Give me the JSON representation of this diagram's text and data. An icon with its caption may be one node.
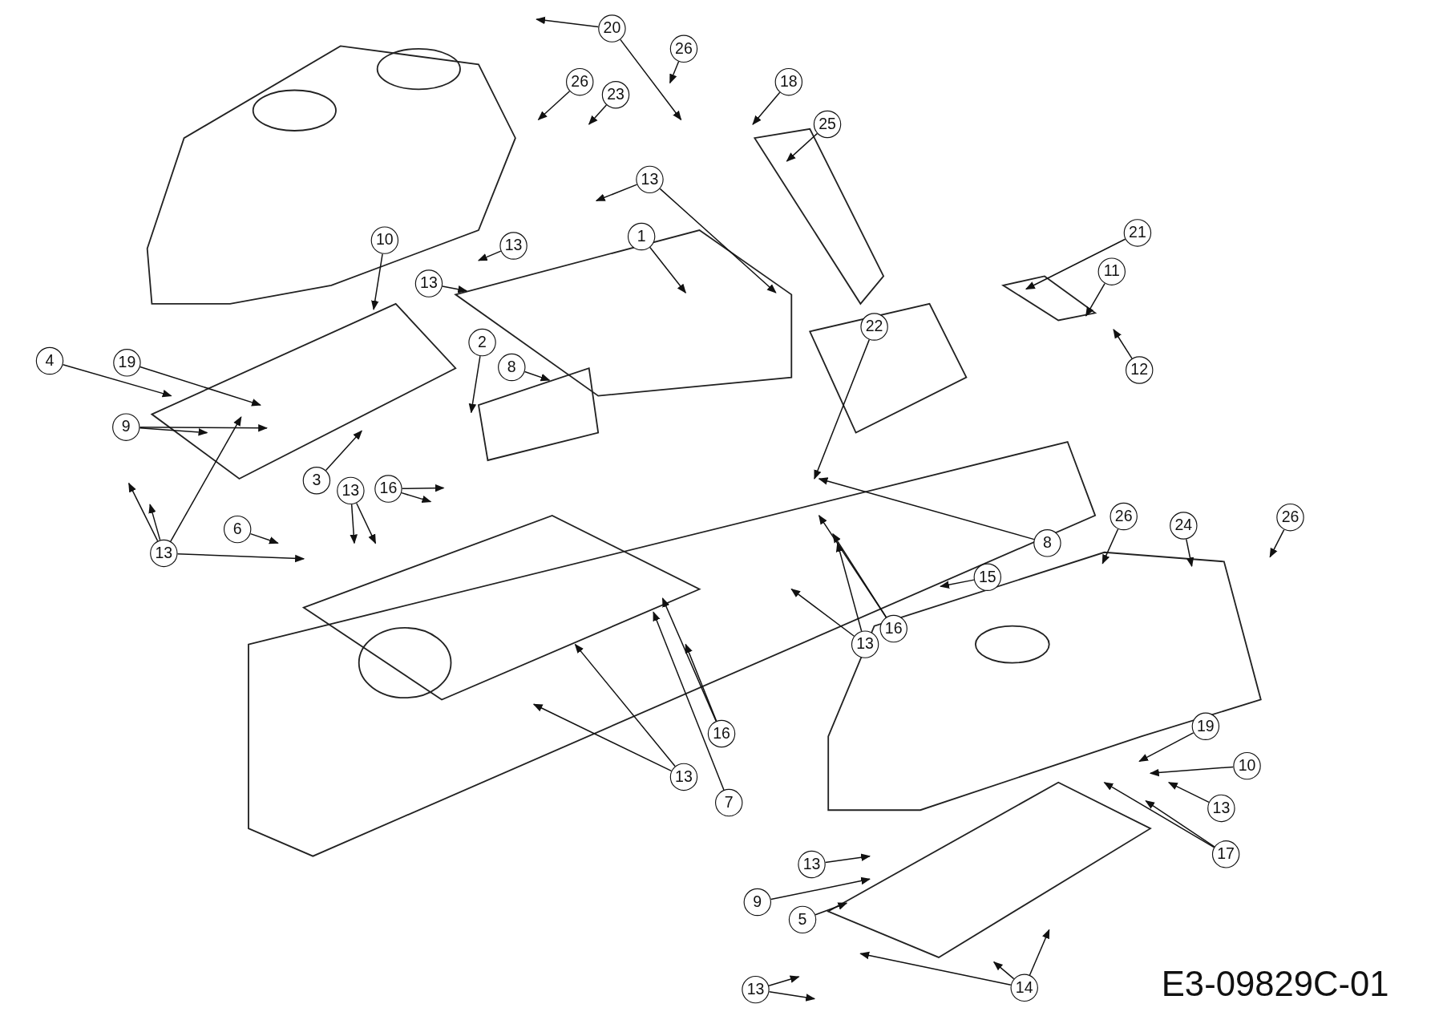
{
  "diagram": {
    "nodes": [
      {
        "text": [
          "20"
        ]
      },
      {
        "text": [
          "26"
        ]
      },
      {
        "text": [
          "26"
        ]
      },
      {
        "text": [
          "23"
        ]
      },
      {
        "text": [
          "18"
        ]
      },
      {
        "text": [
          "25"
        ]
      },
      {
        "text": [
          "13"
        ]
      },
      {
        "text": [
          "1"
        ]
      },
      {
        "text": [
          "13"
        ]
      },
      {
        "text": [
          "10"
        ]
      },
      {
        "text": [
          "13"
        ]
      },
      {
        "text": [
          "21"
        ]
      },
      {
        "text": [
          "11"
        ]
      },
      {
        "text": [
          "12"
        ]
      },
      {
        "text": [
          "22"
        ]
      },
      {
        "text": [
          "2"
        ]
      },
      {
        "text": [
          "8"
        ]
      },
      {
        "text": [
          "19"
        ]
      },
      {
        "text": [
          "4"
        ]
      },
      {
        "text": [
          "9"
        ]
      },
      {
        "text": [
          "3"
        ]
      },
      {
        "text": [
          "16"
        ]
      },
      {
        "text": [
          "13"
        ]
      },
      {
        "text": [
          "6"
        ]
      },
      {
        "text": [
          "13"
        ]
      },
      {
        "text": [
          "26"
        ]
      },
      {
        "text": [
          "24"
        ]
      },
      {
        "text": [
          "26"
        ]
      },
      {
        "text": [
          "8"
        ]
      },
      {
        "text": [
          "15"
        ]
      },
      {
        "text": [
          "16"
        ]
      },
      {
        "text": [
          "13"
        ]
      },
      {
        "text": [
          "16"
        ]
      },
      {
        "text": [
          "13"
        ]
      },
      {
        "text": [
          "7"
        ]
      },
      {
        "text": [
          "19"
        ]
      },
      {
        "text": [
          "10"
        ]
      },
      {
        "text": [
          "13"
        ]
      },
      {
        "text": [
          "17"
        ]
      },
      {
        "text": [
          "13"
        ]
      },
      {
        "text": [
          "9"
        ]
      },
      {
        "text": [
          "5"
        ]
      },
      {
        "text": [
          "13"
        ]
      },
      {
        "text": [
          "14"
        ]
      }
    ],
    "edges": [
      {
        "from": 0,
        "to": null,
        "arrow": "to"
      },
      {
        "from": 0,
        "to": null,
        "arrow": "to"
      },
      {
        "from": 1,
        "to": null,
        "arrow": "to"
      },
      {
        "from": 2,
        "to": null,
        "arrow": "to"
      },
      {
        "from": 3,
        "to": null,
        "arrow": "to"
      },
      {
        "from": 4,
        "to": null,
        "arrow": "to"
      },
      {
        "from": 5,
        "to": null,
        "arrow": "to"
      },
      {
        "from": 6,
        "to": null,
        "arrow": "to"
      },
      {
        "from": 6,
        "to": null,
        "arrow": "to"
      },
      {
        "from": 7,
        "to": null,
        "arrow": "to"
      },
      {
        "from": 8,
        "to": null,
        "arrow": "to"
      },
      {
        "from": 9,
        "to": null,
        "arrow": "to"
      },
      {
        "from": 10,
        "to": null,
        "arrow": "to"
      },
      {
        "from": 11,
        "to": null,
        "arrow": "to"
      },
      {
        "from": 12,
        "to": null,
        "arrow": "to"
      },
      {
        "from": 13,
        "to": null,
        "arrow": "to"
      },
      {
        "from": 14,
        "to": null,
        "arrow": "to"
      },
      {
        "from": 15,
        "to": null,
        "arrow": "to"
      },
      {
        "from": 16,
        "to": null,
        "arrow": "to"
      },
      {
        "from": 17,
        "to": null,
        "arrow": "to"
      },
      {
        "from": 18,
        "to": null,
        "arrow": "to"
      },
      {
        "from": 19,
        "to": null,
        "arrow": "to"
      },
      {
        "from": 19,
        "to": null,
        "arrow": "to"
      },
      {
        "from": 20,
        "to": null,
        "arrow": "to"
      },
      {
        "from": 21,
        "to": null,
        "arrow": "to"
      },
      {
        "from": 21,
        "to": null,
        "arrow": "to"
      },
      {
        "from": 22,
        "to": null,
        "arrow": "to"
      },
      {
        "from": 22,
        "to": null,
        "arrow": "to"
      },
      {
        "from": 23,
        "to": null,
        "arrow": "to"
      },
      {
        "from": 24,
        "to": null,
        "arrow": "to"
      },
      {
        "from": 24,
        "to": null,
        "arrow": "to"
      },
      {
        "from": 24,
        "to": null,
        "arrow": "to"
      },
      {
        "from": 24,
        "to": null,
        "arrow": "to"
      },
      {
        "from": 25,
        "to": null,
        "arrow": "to"
      },
      {
        "from": 26,
        "to": null,
        "arrow": "to"
      },
      {
        "from": 27,
        "to": null,
        "arrow": "to"
      },
      {
        "from": 28,
        "to": null,
        "arrow": "to"
      },
      {
        "from": 29,
        "to": null,
        "arrow": "to"
      },
      {
        "from": 30,
        "to": null,
        "arrow": "to"
      },
      {
        "from": 30,
        "to": null,
        "arrow": "to"
      },
      {
        "from": 31,
        "to": null,
        "arrow": "to"
      },
      {
        "from": 31,
        "to": null,
        "arrow": "to"
      },
      {
        "from": 32,
        "to": null,
        "arrow": "to"
      },
      {
        "from": 32,
        "to": null,
        "arrow": "to"
      },
      {
        "from": 33,
        "to": null,
        "arrow": "to"
      },
      {
        "from": 33,
        "to": null,
        "arrow": "to"
      },
      {
        "from": 34,
        "to": null,
        "arrow": "to"
      },
      {
        "from": 35,
        "to": null,
        "arrow": "to"
      },
      {
        "from": 36,
        "to": null,
        "arrow": "to"
      },
      {
        "from": 37,
        "to": null,
        "arrow": "to"
      },
      {
        "from": 38,
        "to": null,
        "arrow": "to"
      },
      {
        "from": 38,
        "to": null,
        "arrow": "to"
      },
      {
        "from": 39,
        "to": null,
        "arrow": "to"
      },
      {
        "from": 40,
        "to": null,
        "arrow": "to"
      },
      {
        "from": 41,
        "to": null,
        "arrow": "to"
      },
      {
        "from": 42,
        "to": null,
        "arrow": "to"
      },
      {
        "from": 42,
        "to": null,
        "arrow": "to"
      },
      {
        "from": 43,
        "to": null,
        "arrow": "to"
      },
      {
        "from": 43,
        "to": null,
        "arrow": "to"
      },
      {
        "from": 43,
        "to": null,
        "arrow": "to"
      }
    ],
    "labels": [
      "E3-09829C-01"
    ]
  }
}
